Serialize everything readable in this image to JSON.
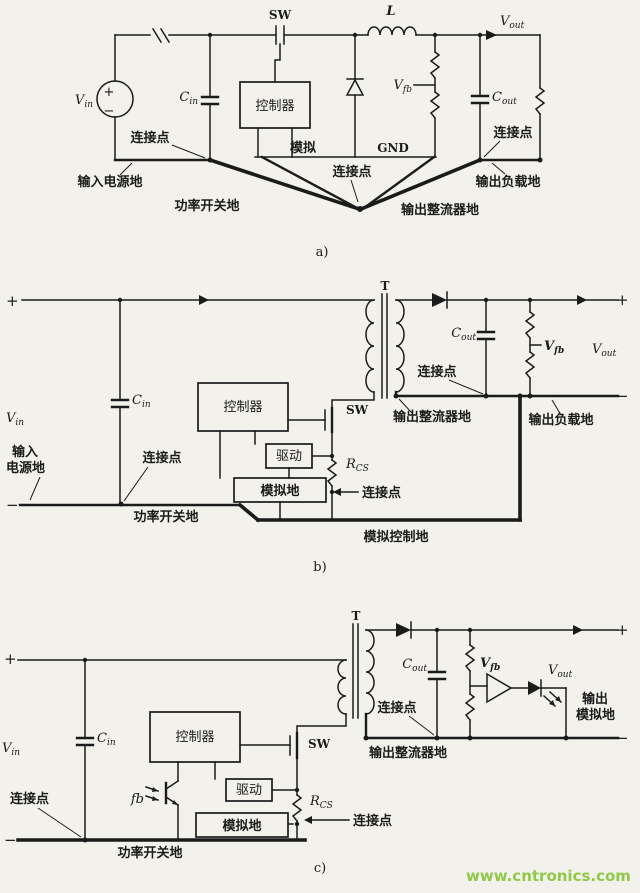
{
  "colors": {
    "ink": "#1b1b1b",
    "paper": "#f2f1ec",
    "watermark": "#8dc63f"
  },
  "watermark": "www.cntronics.com",
  "fig_a": {
    "caption": "a)",
    "sw": "SW",
    "inductor": "L",
    "vin": {
      "main": "V",
      "sub": "in"
    },
    "vout": {
      "main": "V",
      "sub": "out"
    },
    "cin": {
      "main": "C",
      "sub": "in"
    },
    "cout": {
      "main": "C",
      "sub": "out"
    },
    "vfb": {
      "main": "V",
      "sub": "fb"
    },
    "plus": "+",
    "minus": "−",
    "controller": "控制器",
    "analog": "模拟",
    "gnd": "GND",
    "connection_left": "连接点",
    "connection_mid": "连接点",
    "connection_right": "连接点",
    "input_power_ground": "输入电源地",
    "power_switch_ground": "功率开关地",
    "output_rectifier_ground": "输出整流器地",
    "output_load_ground": "输出负载地"
  },
  "fig_b": {
    "caption": "b)",
    "transformer": "T",
    "plus_in": "+",
    "minus_in": "−",
    "plus_out": "+",
    "minus_out": "−",
    "vin": {
      "main": "V",
      "sub": "in"
    },
    "cin": {
      "main": "C",
      "sub": "in"
    },
    "cout": {
      "main": "C",
      "sub": "out"
    },
    "vfb": {
      "main": "V",
      "sub": "fb"
    },
    "vout": {
      "main": "V",
      "sub": "out"
    },
    "rcs": {
      "main": "R",
      "sub": "CS"
    },
    "sw": "SW",
    "controller": "控制器",
    "drive": "驱动",
    "analog_ground": "模拟地",
    "connection_cout": "连接点",
    "connection_rcs": "连接点",
    "connection_input": "连接点",
    "input_ground_line1": "输入",
    "input_ground_line2": "电源地",
    "power_switch_ground": "功率开关地",
    "analog_control_ground": "模拟控制地",
    "output_rectifier_ground": "输出整流器地",
    "output_load_ground": "输出负载地"
  },
  "fig_c": {
    "caption": "c)",
    "transformer": "T",
    "plus_in": "+",
    "minus_in": "−",
    "plus_out": "+",
    "minus_out": "−",
    "vin": {
      "main": "V",
      "sub": "in"
    },
    "cin": {
      "main": "C",
      "sub": "in"
    },
    "cout": {
      "main": "C",
      "sub": "out"
    },
    "vfb": {
      "main": "V",
      "sub": "fb"
    },
    "vout": {
      "main": "V",
      "sub": "out"
    },
    "rcs": {
      "main": "R",
      "sub": "CS"
    },
    "sw": "SW",
    "fb": "fb",
    "controller": "控制器",
    "drive": "驱动",
    "analog_ground": "模拟地",
    "connection_cout": "连接点",
    "connection_rcs": "连接点",
    "connection_left": "连接点",
    "power_switch_ground": "功率开关地",
    "output_rectifier_ground": "输出整流器地",
    "output_analog_ground_line1": "输出",
    "output_analog_ground_line2": "模拟地"
  }
}
